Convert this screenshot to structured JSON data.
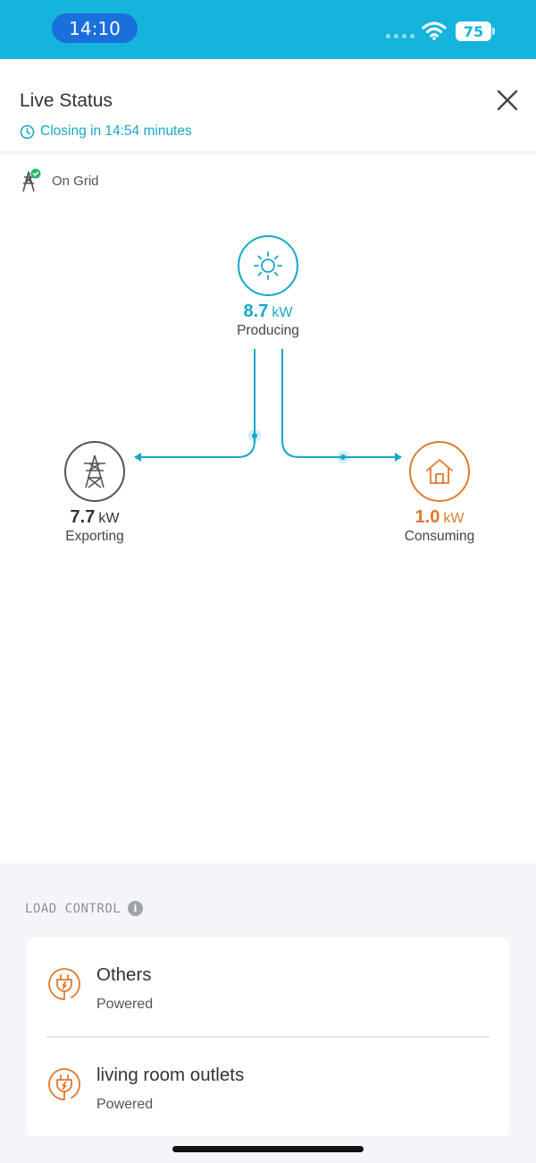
{
  "status_bar": {
    "time": "14:10",
    "battery": "75"
  },
  "header": {
    "title": "Live Status",
    "countdown": "Closing in 14:54 minutes"
  },
  "grid": {
    "status": "On Grid"
  },
  "flow": {
    "solar": {
      "value": "8.7",
      "unit": "kW",
      "label": "Producing",
      "color": "#16a8c8",
      "icon": "sun-icon"
    },
    "grid": {
      "value": "7.7",
      "unit": "kW",
      "label": "Exporting",
      "color": "#555555",
      "icon": "power-tower-icon"
    },
    "home": {
      "value": "1.0",
      "unit": "kW",
      "label": "Consuming",
      "color": "#e07a2e",
      "icon": "house-icon"
    },
    "line_color": "#16a8c8"
  },
  "load_control": {
    "title": "LOAD CONTROL",
    "items": [
      {
        "name": "Others",
        "status": "Powered",
        "icon": "plug-icon"
      },
      {
        "name": "living room outlets",
        "status": "Powered",
        "icon": "plug-icon"
      }
    ]
  },
  "colors": {
    "accent": "#14b4dc",
    "solar": "#16a8c8",
    "consume": "#e07a2e"
  }
}
